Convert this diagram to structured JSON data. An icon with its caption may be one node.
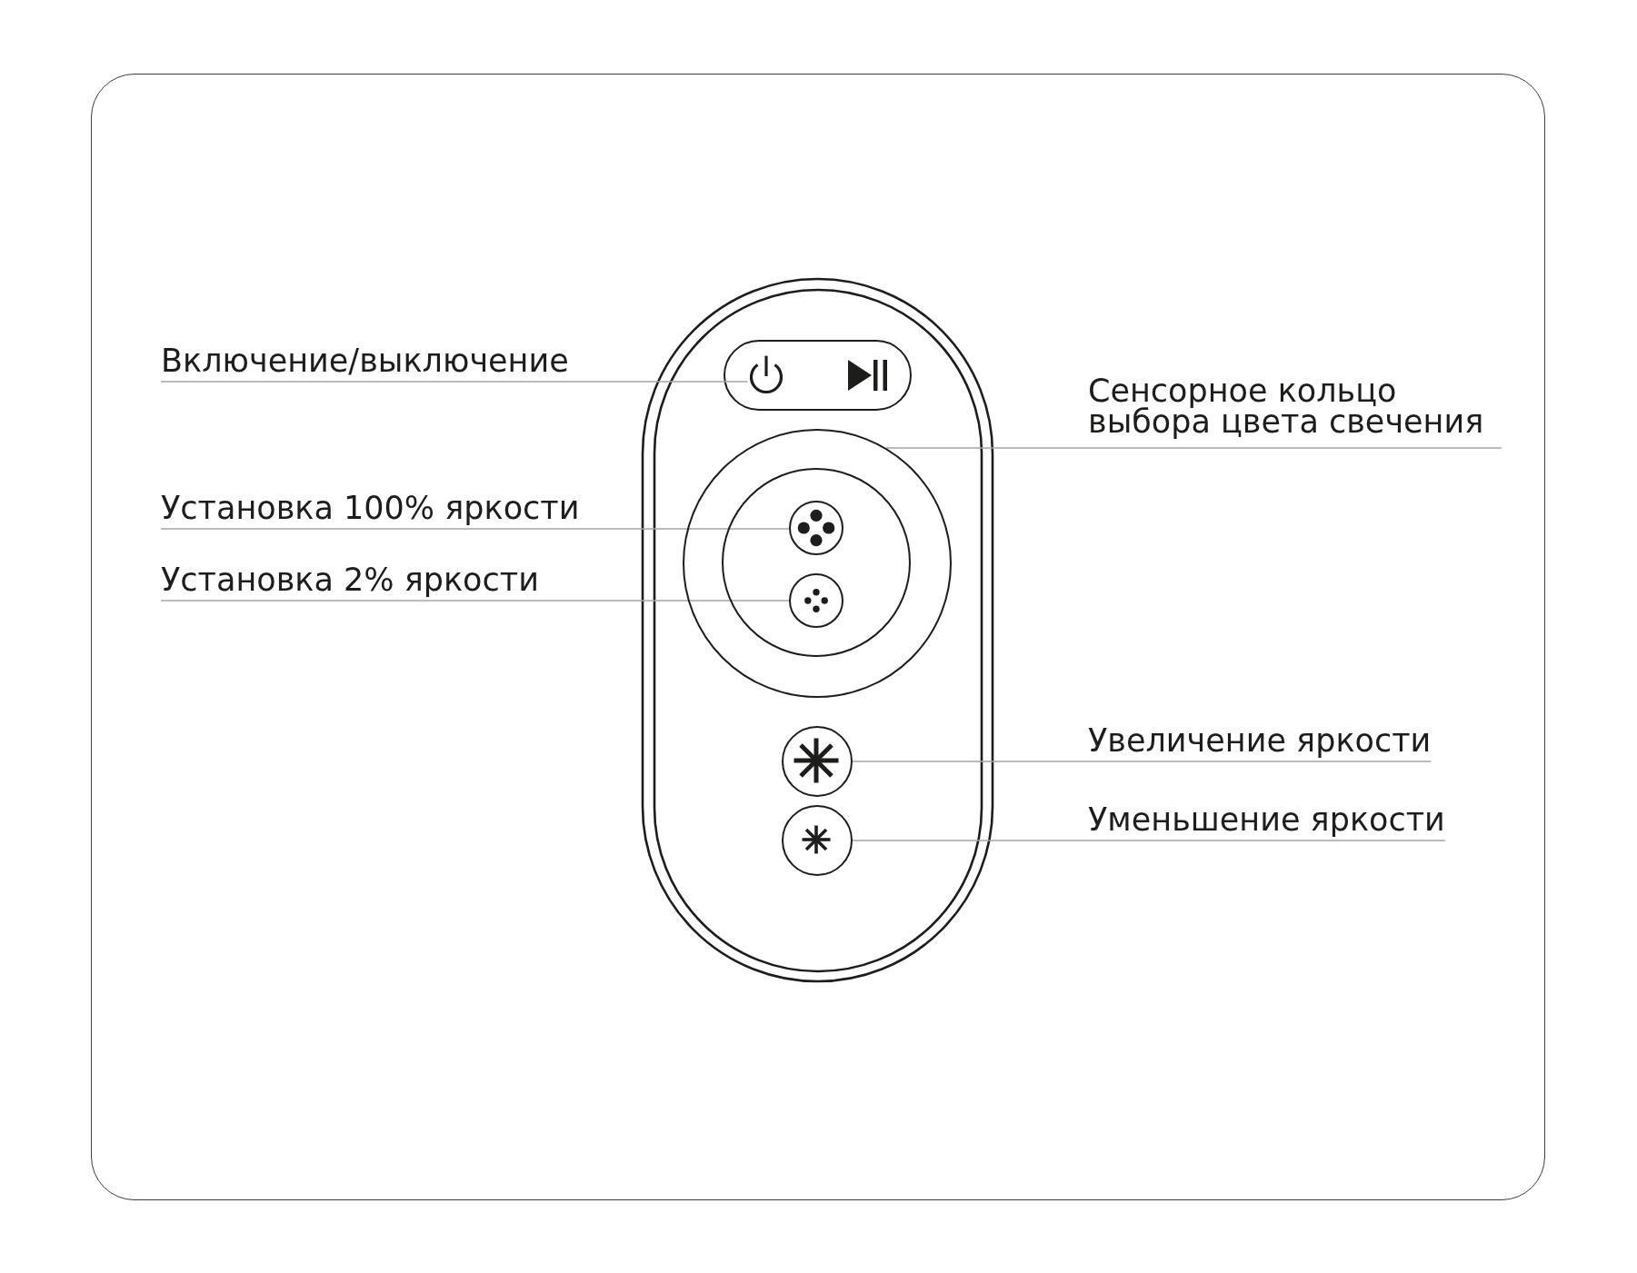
{
  "diagram": {
    "nodes": [
      {
        "text": [
          "Включение/выключение"
        ]
      },
      {
        "text": [
          "Сенсорное кольцо выбора цвета свечения"
        ]
      },
      {
        "text": [
          "Установка 100% яркости"
        ]
      },
      {
        "text": [
          "Установка 2% яркости"
        ]
      },
      {
        "text": [
          "Увеличение яркости"
        ]
      },
      {
        "text": [
          "Уменьшение яркости"
        ]
      },
      {
        "text": [],
        "shape": "picture"
      },
      {
        "text": [],
        "shape": "circle"
      },
      {
        "text": [],
        "shape": "circle",
        "in": 7
      },
      {
        "text": [],
        "shape": "circle",
        "in": 7
      },
      {
        "text": [],
        "shape": "circle"
      },
      {
        "text": [],
        "shape": "circle"
      }
    ],
    "edges": [
      {
        "from": 0,
        "to": 6,
        "arrow": "none"
      },
      {
        "from": 1,
        "to": 7,
        "arrow": "none"
      },
      {
        "from": 2,
        "to": 8,
        "arrow": "none"
      },
      {
        "from": 3,
        "to": 9,
        "arrow": "none"
      },
      {
        "from": 4,
        "to": 10,
        "arrow": "none"
      },
      {
        "from": 5,
        "to": 11,
        "arrow": "none"
      }
    ]
  }
}
